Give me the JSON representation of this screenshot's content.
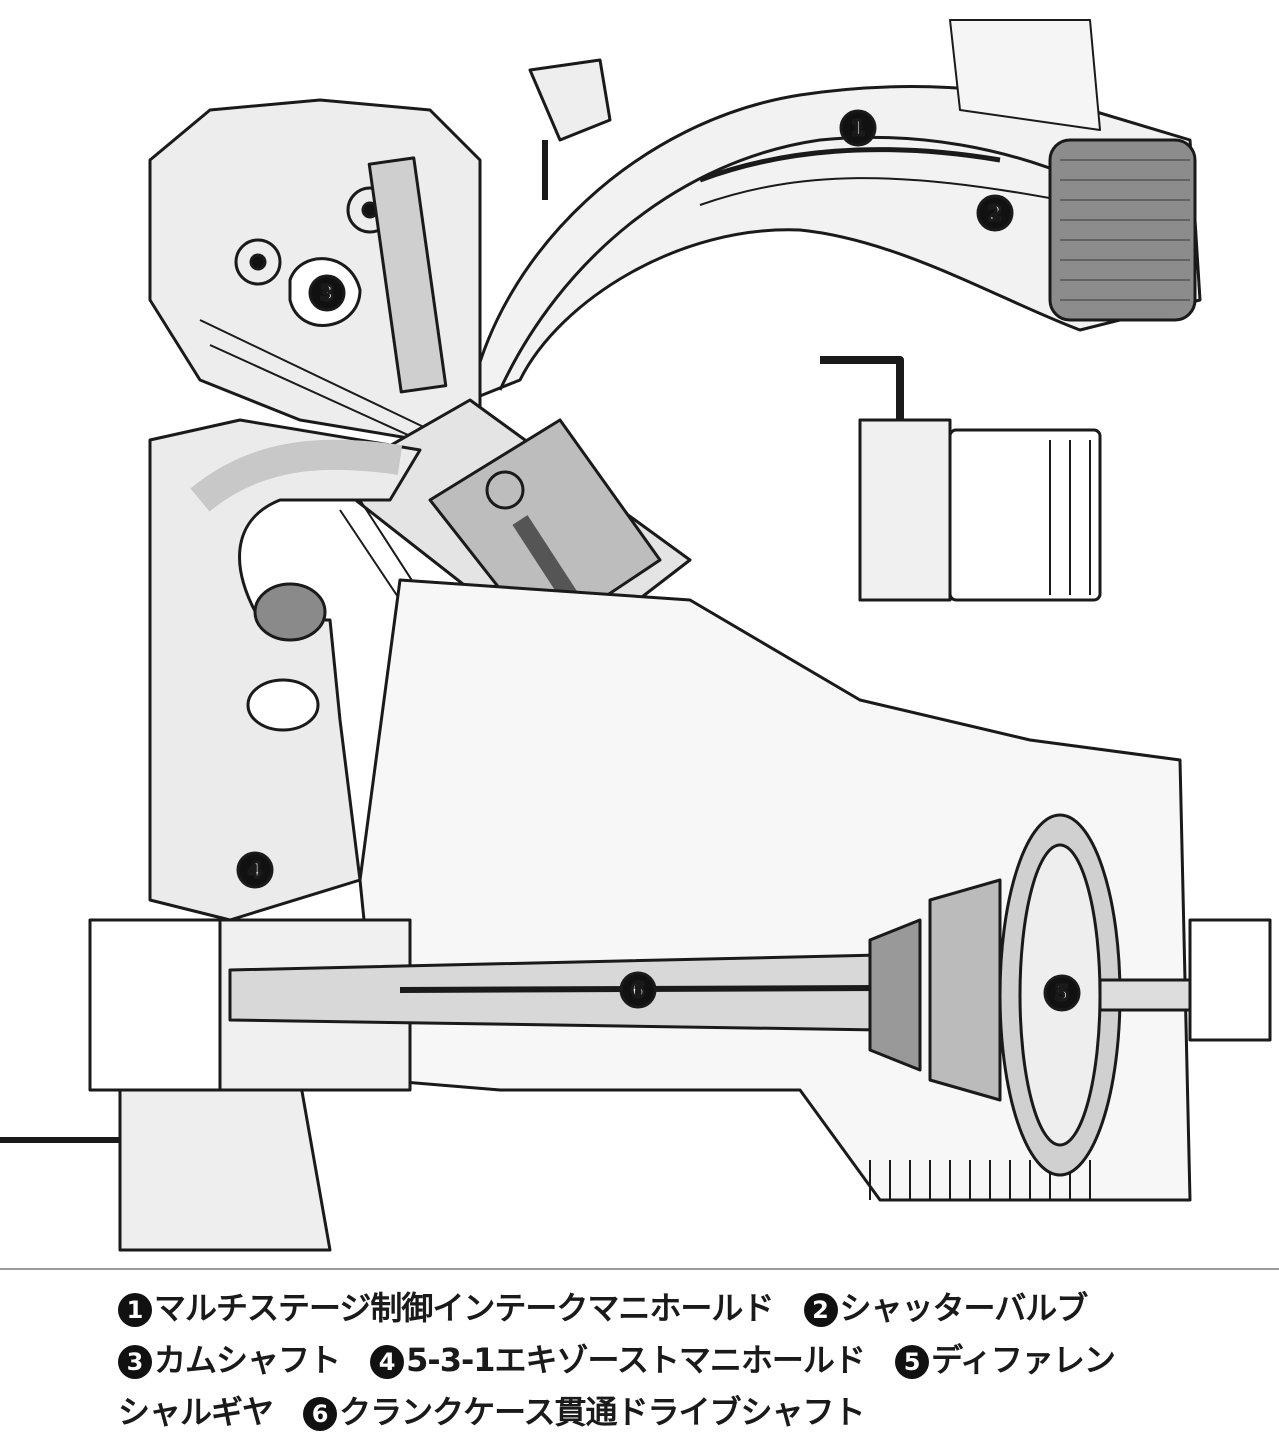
{
  "diagram": {
    "callouts": [
      "1",
      "2",
      "3",
      "4",
      "5",
      "6"
    ]
  },
  "caption": {
    "lines": [
      [
        {
          "num": "1",
          "text": "マルチステージ制御インテークマニホールド"
        },
        {
          "num": "2",
          "text": "シャッターバルブ"
        }
      ],
      [
        {
          "num": "3",
          "text": "カムシャフト"
        },
        {
          "num": "4",
          "text": "5-3-1エキゾーストマニホールド"
        },
        {
          "num": "5",
          "text": "ディファレン"
        }
      ],
      [
        {
          "num": "",
          "text": "シャルギヤ"
        },
        {
          "num": "6",
          "text": "クランクケース貫通ドライブシャフト"
        }
      ]
    ]
  }
}
